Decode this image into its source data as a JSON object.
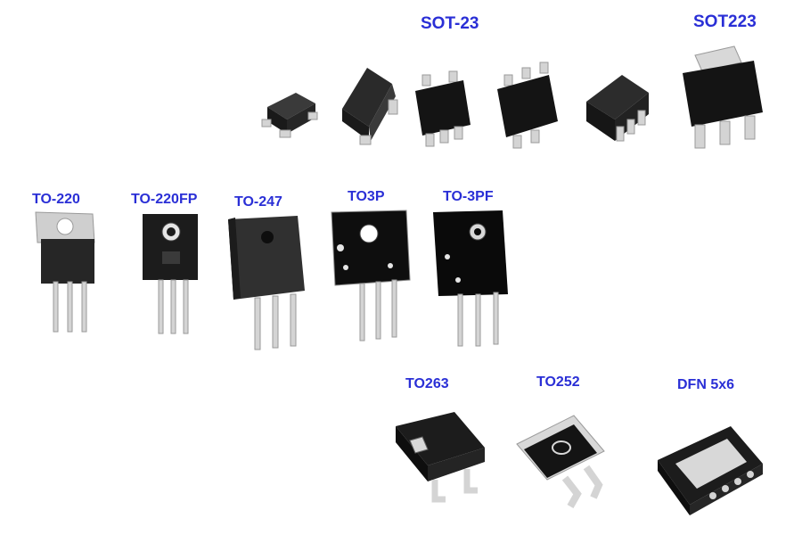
{
  "colors": {
    "label": "#2a2fd6",
    "body": "#1a1a1a",
    "body_side": "#2e2e2e",
    "lead": "#d4d4d4",
    "lead_edge": "#9a9a9a",
    "tab": "#c9c9c9"
  },
  "labels": {
    "sot23": "SOT-23",
    "sot223": "SOT223",
    "to220": "TO-220",
    "to220fp": "TO-220FP",
    "to247": "TO-247",
    "to3p": "TO3P",
    "to3pf": "TO-3PF",
    "to263": "TO263",
    "to252": "TO252",
    "dfn": "DFN 5x6"
  }
}
